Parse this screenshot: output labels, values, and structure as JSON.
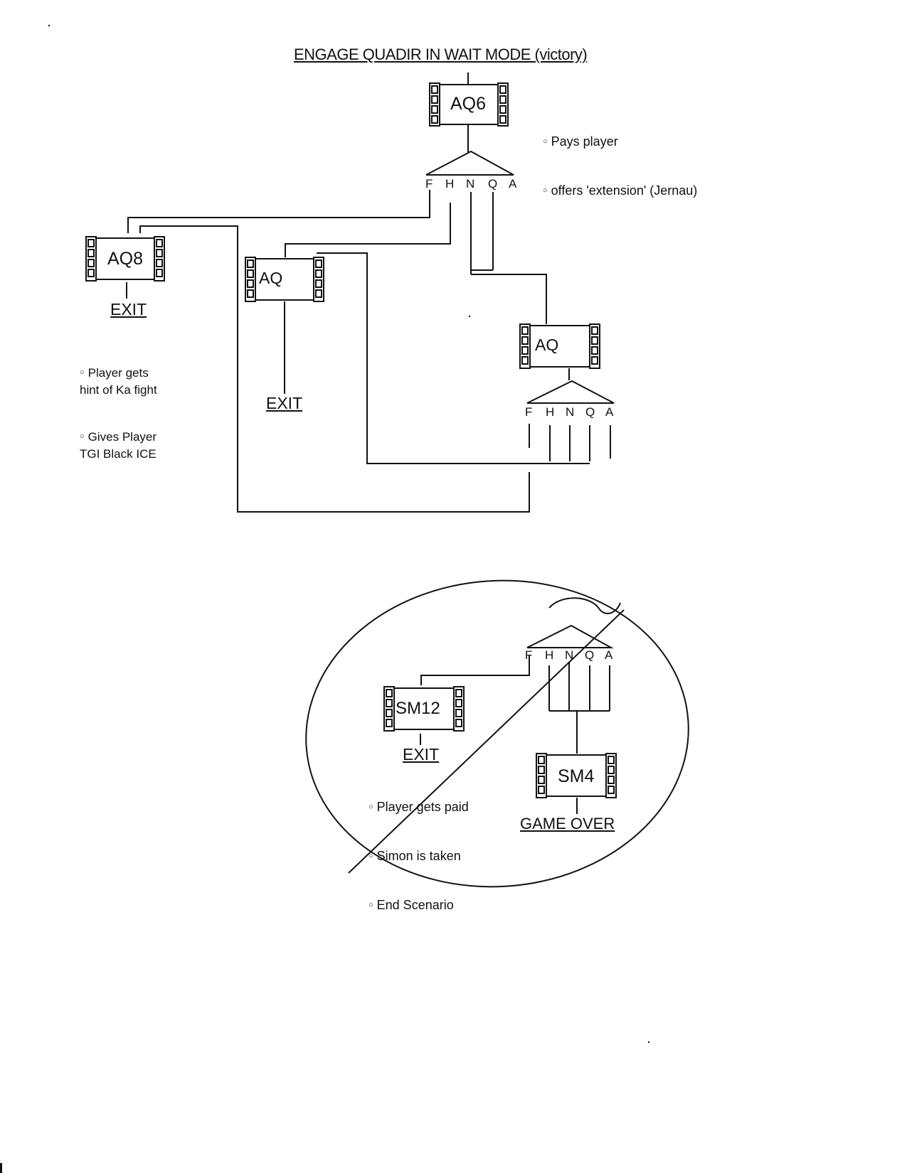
{
  "title": "ENGAGE QUADIR IN WAIT MODE (victory)",
  "nodes": {
    "aq6": "AQ6",
    "aq8": "AQ8",
    "aq_mid": "AQ",
    "aq_right": "AQ",
    "sm12": "SM12",
    "sm4": "SM4"
  },
  "choice_letters": [
    "F",
    "H",
    "N",
    "Q",
    "A"
  ],
  "exits": {
    "aq8_exit": "EXIT",
    "aq_mid_exit": "EXIT",
    "sm12_exit": "EXIT",
    "game_over": "GAME OVER"
  },
  "notes": {
    "aq6": [
      "Pays player",
      "offers 'extension' (Jernau)"
    ],
    "aq8": [
      "Player gets\nhint of Ka fight",
      "Gives Player\nTGI Black ICE"
    ],
    "sm12": [
      "Player gets paid",
      "Simon is taken",
      "End Scenario"
    ]
  }
}
